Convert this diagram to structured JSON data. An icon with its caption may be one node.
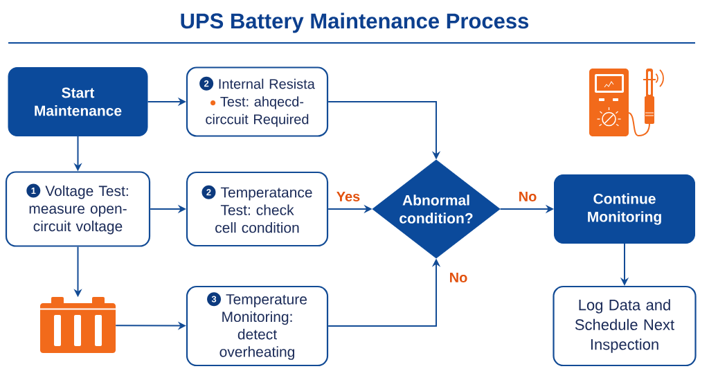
{
  "diagram": {
    "title": "UPS Battery Maintenance Process",
    "nodes": [
      {
        "text": [
          "Start Maintenance"
        ]
      },
      {
        "text": [
          "2",
          "Internal Resista",
          "Test: ahqecd- circcuit Required"
        ]
      },
      {
        "text": [
          "1",
          "Voltage Test: measure open- circuit voltage"
        ]
      },
      {
        "text": [
          "2",
          "Temperatance Test: check cell condition"
        ]
      },
      {
        "text": [
          "Abnormal condition?"
        ]
      },
      {
        "text": [
          "Continue Monitoring"
        ]
      },
      {
        "text": [],
        "shape": "picture"
      },
      {
        "text": [
          "3",
          "Temperature Monitoring: detect overheating"
        ]
      },
      {
        "text": [
          "Log Data and Schedule Next Inspection"
        ]
      }
    ],
    "edges": [
      {
        "from": 0,
        "to": 1,
        "arrow": "to"
      },
      {
        "from": 0,
        "to": 2,
        "arrow": "to"
      },
      {
        "from": 1,
        "to": 4,
        "arrow": "to"
      },
      {
        "from": 2,
        "to": 3,
        "arrow": "to"
      },
      {
        "from": 3,
        "to": 4,
        "arrow": "to",
        "label": "Yes"
      },
      {
        "from": 4,
        "to": 5,
        "arrow": "to",
        "label": "No"
      },
      {
        "from": 2,
        "to": 6,
        "arrow": "to"
      },
      {
        "from": 6,
        "to": 7,
        "arrow": "to"
      },
      {
        "from": 7,
        "to": 4,
        "arrow": "to",
        "label": "No"
      },
      {
        "from": 5,
        "to": 8,
        "arrow": "to"
      }
    ]
  }
}
